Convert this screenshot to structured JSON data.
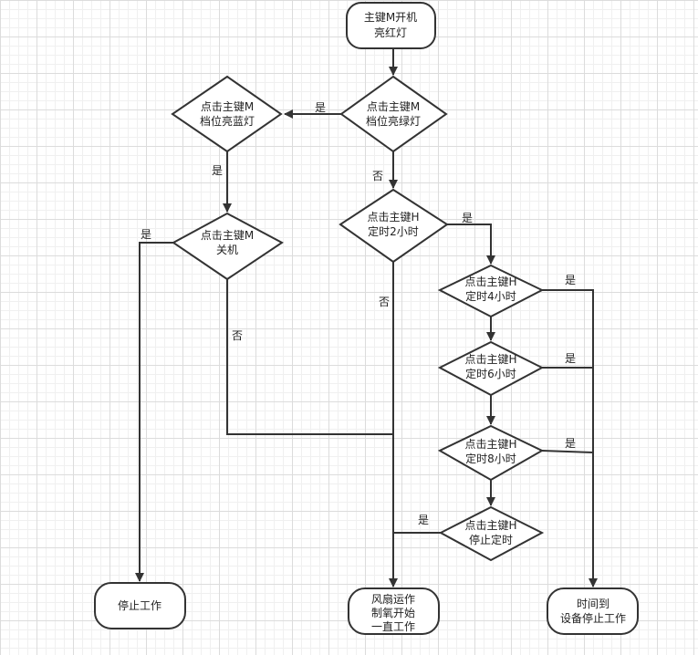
{
  "nodes": {
    "start": [
      "主键M开机",
      "亮红灯"
    ],
    "d1": [
      "点击主键M",
      "档位亮绿灯"
    ],
    "d2": [
      "点击主键M",
      "档位亮蓝灯"
    ],
    "d3": [
      "点击主键M",
      "关机"
    ],
    "d4": [
      "点击主键H",
      "定时2小时"
    ],
    "d5": [
      "点击主键H",
      "定时4小时"
    ],
    "d6": [
      "点击主键H",
      "定时6小时"
    ],
    "d7": [
      "点击主键H",
      "定时8小时"
    ],
    "d8": [
      "点击主键H",
      "停止定时"
    ],
    "stop": [
      "停止工作"
    ],
    "run": [
      "风扇运作",
      "制氧开始",
      "一直工作"
    ],
    "timeup": [
      "时间到",
      "设备停止工作"
    ]
  },
  "edge_labels": {
    "d1_yes": "是",
    "d1_no": "否",
    "d2_yes": "是",
    "d3_yes": "是",
    "d3_no": "否",
    "d4_yes": "是",
    "d4_no": "否",
    "d5_yes": "是",
    "d6_yes": "是",
    "d7_yes": "是",
    "d8_yes": "是"
  }
}
